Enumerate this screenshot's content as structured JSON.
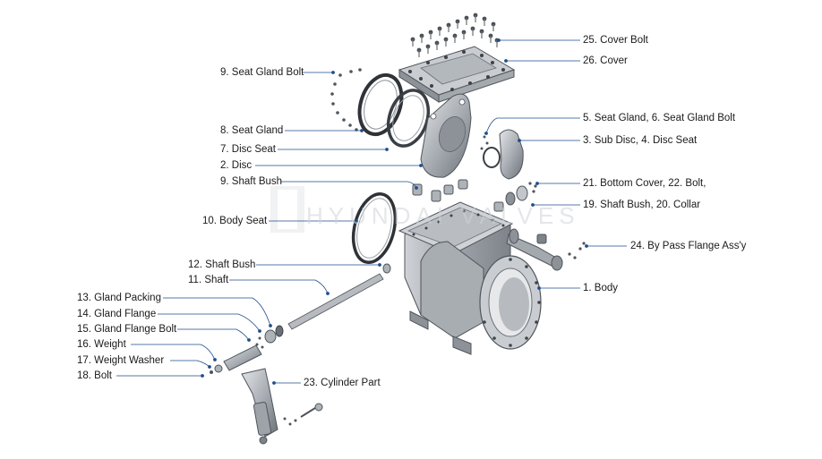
{
  "labels": {
    "cover_bolt": "25. Cover Bolt",
    "cover": "26. Cover",
    "seat_gland_bolt": "9. Seat Gland Bolt",
    "seat_gland_right": "5. Seat Gland, 6. Seat Gland Bolt",
    "seat_gland": "8. Seat Gland",
    "sub_disc": "3. Sub Disc, 4. Disc Seat",
    "disc_seat": "7. Disc Seat",
    "disc": "2. Disc",
    "shaft_bush_9": "9. Shaft Bush",
    "bottom_cover": "21. Bottom Cover, 22. Bolt,",
    "shaft_bush_collar": "19. Shaft Bush, 20. Collar",
    "body_seat": "10. Body Seat",
    "bypass": "24. By Pass Flange Ass'y",
    "shaft_bush_12": "12. Shaft Bush",
    "shaft": "11. Shaft",
    "body": "1. Body",
    "gland_packing": "13. Gland Packing",
    "gland_flange": "14. Gland Flange",
    "gland_flange_bolt": "15. Gland Flange Bolt",
    "weight": "16. Weight",
    "weight_washer": "17. Weight  Washer",
    "bolt": "18. Bolt",
    "cylinder": "23. Cylinder Part"
  },
  "watermark": {
    "text": "HYUNDAI VALVES"
  },
  "colors": {
    "leader": "#1f4e8c",
    "metal": "#9aa0a6",
    "metal_dark": "#5f656b",
    "metal_light": "#d3d6da"
  }
}
